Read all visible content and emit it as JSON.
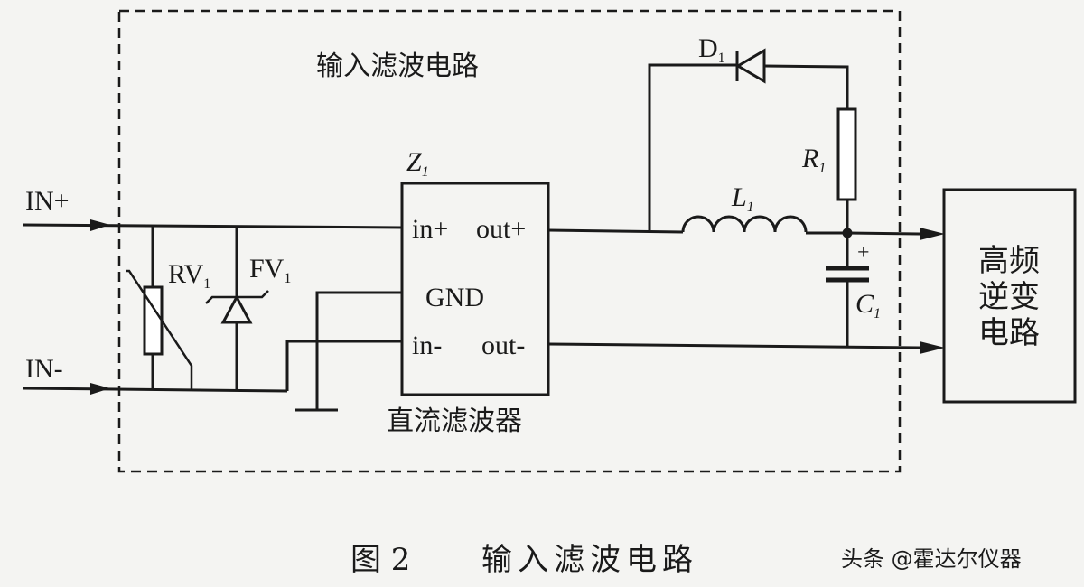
{
  "diagram": {
    "block_title": "输入滤波电路",
    "input_pos": "IN+",
    "input_neg": "IN-",
    "varistor": {
      "prefix": "RV",
      "sub": "1"
    },
    "tvs": {
      "prefix": "FV",
      "sub": "1"
    },
    "filter": {
      "ref_prefix": "Z",
      "ref_sub": "1",
      "in_plus": "in+",
      "out_plus": "out+",
      "gnd": "GND",
      "in_minus": "in-",
      "out_minus": "out-",
      "caption": "直流滤波器"
    },
    "diode": {
      "prefix": "D",
      "sub": "1"
    },
    "resistor": {
      "prefix": "R",
      "sub": "1"
    },
    "inductor": {
      "prefix": "L",
      "sub": "1"
    },
    "capacitor": {
      "prefix": "C",
      "sub": "1",
      "polarity": "+"
    },
    "load_block": [
      "高频",
      "逆变",
      "电路"
    ]
  },
  "caption": {
    "figure_no": "图 2",
    "title": "输入滤波电路"
  },
  "watermark": "头条 @霍达尔仪器"
}
